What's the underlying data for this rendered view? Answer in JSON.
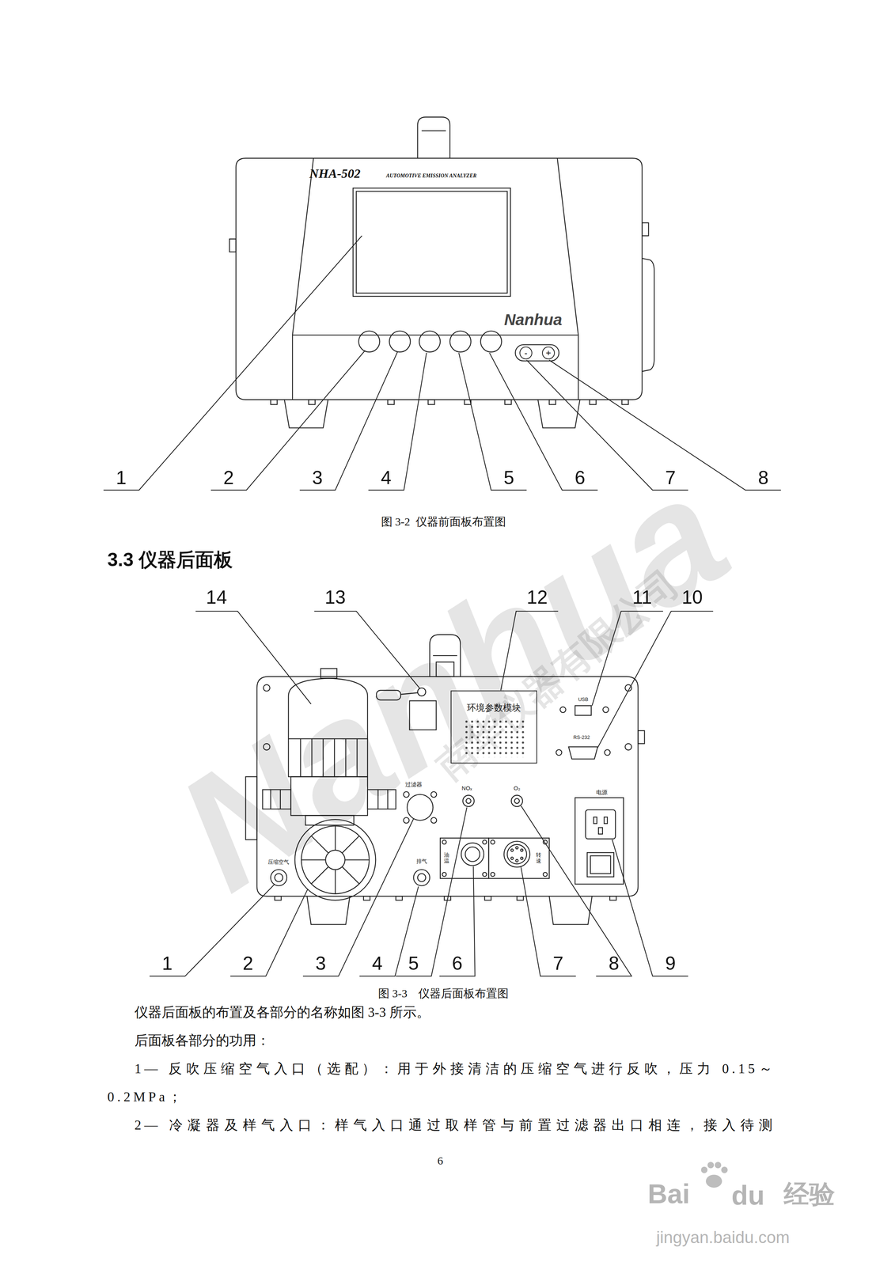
{
  "diagram": {
    "title": "3.3 仪器后面板",
    "nodes": [
      {
        "text": [
          "-"
        ]
      },
      {
        "text": [
          "+"
        ]
      },
      {
        "text": [
          "环境参数模块"
        ]
      }
    ],
    "labels": [
      "NHA-502",
      "AUTOMOTIVE EMISSION ANALYZER",
      "Nanhua",
      "1",
      "2",
      "3",
      "4",
      "5",
      "6",
      "7",
      "8",
      "图 3-2  仪器前面板布置图",
      "14",
      "13",
      "12",
      "11",
      "10",
      "1",
      "2",
      "3",
      "4",
      "5",
      "6",
      "7",
      "8",
      "9",
      "USB",
      "RS-232",
      "过滤器",
      "NOₓ",
      "O₂",
      "电源",
      "压缩空气",
      "排气",
      "油温",
      "转速",
      "图 3-3    仪器后面板布置图",
      "仪器后面板的布置及各部分的名称如图 3-3 所示。",
      "后面板各部分的功用：",
      "1— 反吹压缩空气入口（选配）：用于外接清洁的压缩空气进行反吹，压力 0.15～0.2MPa；",
      "2— 冷凝器及样气入口：样气入口通过取样管与前置过滤器出口相连，接入待测",
      "6",
      "Nanhua",
      "南华仪器有限公司",
      "Bai",
      "du",
      "经验",
      "jingyan.baidu.com"
    ]
  }
}
